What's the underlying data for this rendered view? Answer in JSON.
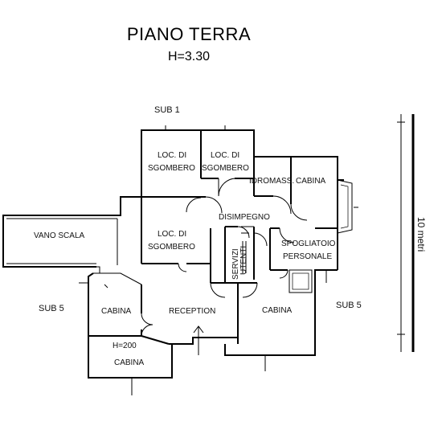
{
  "title": "PIANO TERRA",
  "height_label": "H=3.30",
  "labels": {
    "sub1": "SUB 1",
    "sub5_left": "SUB 5",
    "sub5_right": "SUB 5",
    "scale": "10 metri"
  },
  "rooms": {
    "loc1_a": "LOC. DI",
    "loc1_b": "SGOMBERO",
    "loc2_a": "LOC. DI",
    "loc2_b": "SGOMBERO",
    "loc3_a": "LOC. DI",
    "loc3_b": "SGOMBERO",
    "idromass": "IDROMASS.",
    "cabina_top": "CABINA",
    "disimpegno": "DISIMPEGNO",
    "vano_scala": "VANO SCALA",
    "servizi": "SERVIZI",
    "utenti": "UTENTI",
    "spogliatoio": "SPOGLIATOIO",
    "personale": "PERSONALE",
    "cabina_left": "CABINA",
    "reception": "RECEPTION",
    "cabina_right": "CABINA",
    "h200": "H=200",
    "cabina_bottom": "CABINA"
  }
}
